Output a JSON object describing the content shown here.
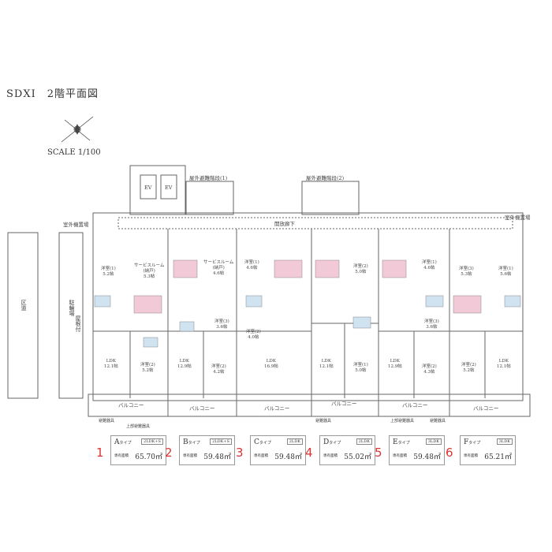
{
  "title": "SDXI　2階平面図",
  "scale": "SCALE 1/100",
  "labels": {
    "stair1": "屋外避難階段(1)",
    "stair2": "屋外避難階段(2)",
    "ev": "EV",
    "ev2": "EV",
    "ac_left": "室外機置場",
    "ac_right": "室外機置場",
    "corridor": "開放廊下",
    "road": "区道",
    "bike": "駐輪場",
    "bike2": "屋根付",
    "balcony": "バルコニー",
    "vent": "避難器具",
    "vent_up": "上部避難器具"
  },
  "rooms": {
    "a_w1": "洋室(1)\n5.2帖",
    "a_sr": "サービスルーム\n(納戸)\n5.3帖",
    "a_ldk": "LDK\n12.1帖",
    "a_w2": "洋室(2)\n5.2帖",
    "b_sr": "サービスルーム\n(納戸)\n4.6帖",
    "b_ldk": "LDK\n12.9帖",
    "b_w3": "洋室(3)\n3.6帖",
    "b_w2": "洋室(2)\n4.2帖",
    "c_w1": "洋室(1)\n4.6帖",
    "c_w2": "洋室(2)\n4.0帖",
    "c_ldk": "LDK\n16.9帖",
    "d_w2": "洋室(2)\n5.0帖",
    "d_ldk": "LDK\n12.1帖",
    "d_w1": "洋室(1)\n5.0帖",
    "e_w1": "洋室(1)\n4.6帖",
    "e_w3": "洋室(3)\n3.6帖",
    "e_ldk": "LDK\n12.9帖",
    "e_w2": "洋室(2)\n4.3帖",
    "f_w3": "洋室(3)\n5.3帖",
    "f_w1": "洋室(1)\n5.6帖",
    "f_w2": "洋室(2)\n5.2帖",
    "f_ldk": "LDK\n12.1帖"
  },
  "types": [
    {
      "num": "1",
      "type": "A",
      "suffix": "タイプ",
      "layout": "2LDK+S",
      "area_label": "専有面積",
      "area": "65.70㎡"
    },
    {
      "num": "2",
      "type": "B",
      "suffix": "タイプ",
      "layout": "2LDK+S",
      "area_label": "専有面積",
      "area": "59.48㎡"
    },
    {
      "num": "3",
      "type": "C",
      "suffix": "タイプ",
      "layout": "2LDK",
      "area_label": "専有面積",
      "area": "59.48㎡"
    },
    {
      "num": "4",
      "type": "D",
      "suffix": "タイプ",
      "layout": "2LDK",
      "area_label": "専有面積",
      "area": "55.02㎡"
    },
    {
      "num": "5",
      "type": "E",
      "suffix": "タイプ",
      "layout": "3LDK",
      "area_label": "専有面積",
      "area": "59.48㎡"
    },
    {
      "num": "6",
      "type": "F",
      "suffix": "タイプ",
      "layout": "3LDK",
      "area_label": "専有面積",
      "area": "65.21㎡"
    }
  ],
  "colors": {
    "bath": "#f2c9d6",
    "closet": "#cfe3f1",
    "wall": "#666666"
  }
}
